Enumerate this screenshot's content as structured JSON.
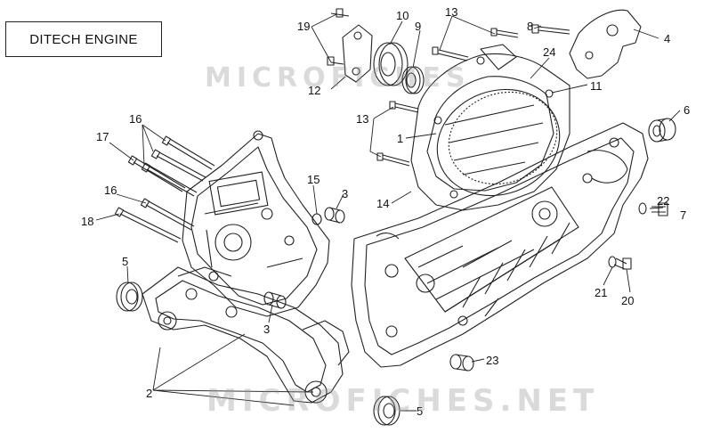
{
  "title": "DITECH ENGINE",
  "watermark": {
    "top": "MICROFICHES",
    "bottom": "MICROFICHES.NET"
  },
  "callouts": [
    {
      "id": "c19",
      "text": "19"
    },
    {
      "id": "c10",
      "text": "10"
    },
    {
      "id": "c9",
      "text": "9"
    },
    {
      "id": "c13a",
      "text": "13"
    },
    {
      "id": "c8",
      "text": "8"
    },
    {
      "id": "c4",
      "text": "4"
    },
    {
      "id": "c24",
      "text": "24"
    },
    {
      "id": "c12",
      "text": "12"
    },
    {
      "id": "c11",
      "text": "11"
    },
    {
      "id": "c6",
      "text": "6"
    },
    {
      "id": "c13b",
      "text": "13"
    },
    {
      "id": "c1",
      "text": "1"
    },
    {
      "id": "c16a",
      "text": "16"
    },
    {
      "id": "c17",
      "text": "17"
    },
    {
      "id": "c15",
      "text": "15"
    },
    {
      "id": "c3a",
      "text": "3"
    },
    {
      "id": "c16b",
      "text": "16"
    },
    {
      "id": "c14",
      "text": "14"
    },
    {
      "id": "c22",
      "text": "22"
    },
    {
      "id": "c7",
      "text": "7"
    },
    {
      "id": "c18",
      "text": "18"
    },
    {
      "id": "c5a",
      "text": "5"
    },
    {
      "id": "c21",
      "text": "21"
    },
    {
      "id": "c20",
      "text": "20"
    },
    {
      "id": "c3b",
      "text": "3"
    },
    {
      "id": "c23",
      "text": "23"
    },
    {
      "id": "c2",
      "text": "2"
    },
    {
      "id": "c5b",
      "text": "5"
    }
  ]
}
